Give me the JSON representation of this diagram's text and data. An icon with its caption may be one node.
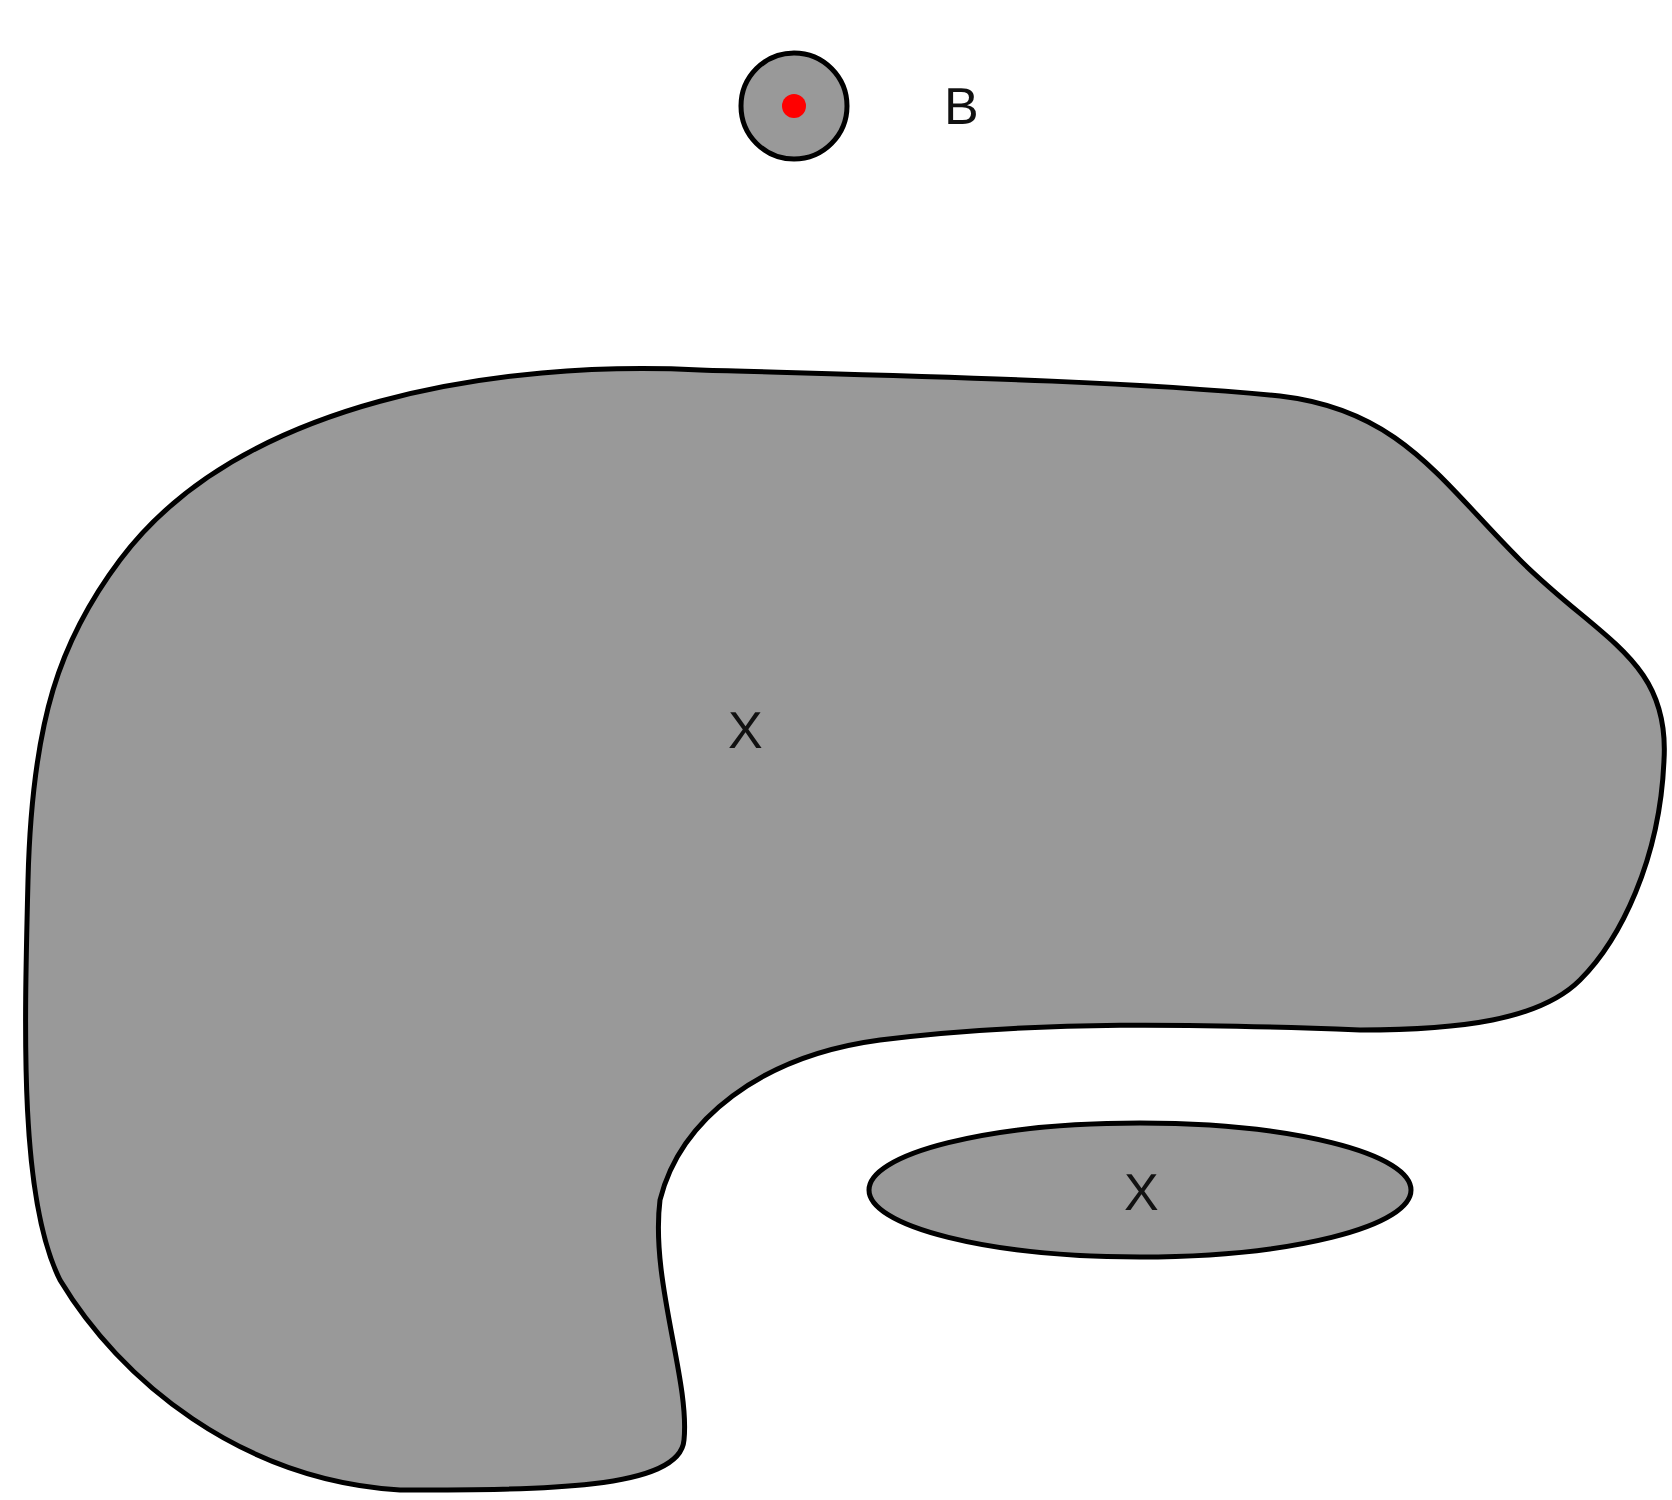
{
  "diagram": {
    "nodes": [
      {
        "text": [],
        "shape": "circle",
        "beside": [
          "B"
        ]
      },
      {
        "text": [
          "X"
        ]
      },
      {
        "text": [
          "X"
        ]
      }
    ]
  }
}
